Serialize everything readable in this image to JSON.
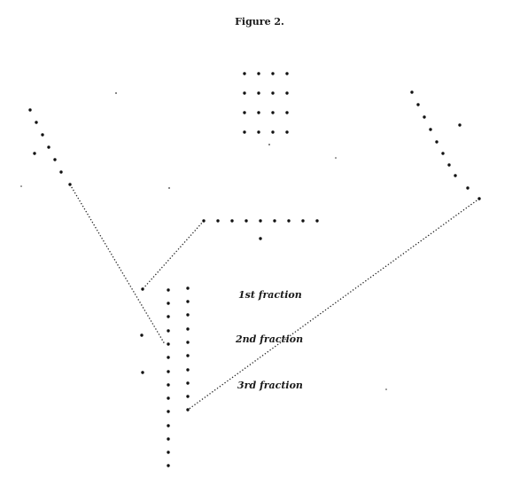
{
  "figure": {
    "title": "Figure 2.",
    "labels": {
      "first": "1st fraction",
      "second": "2nd fraction",
      "third": "3rd fraction"
    }
  },
  "colors": {
    "ink": "#111111",
    "paper": "#ffffff"
  }
}
